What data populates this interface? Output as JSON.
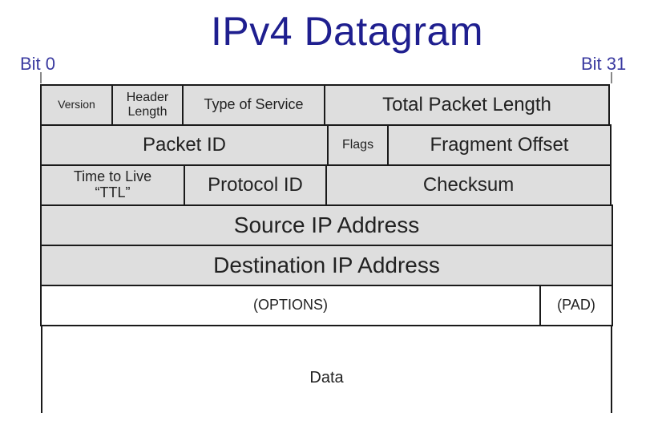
{
  "title": "IPv4 Datagram",
  "bit_start_label": "Bit 0",
  "bit_end_label": "Bit 31",
  "fields": {
    "version": "Version",
    "header_length": "Header Length",
    "type_of_service": "Type of Service",
    "total_packet_length": "Total Packet Length",
    "packet_id": "Packet ID",
    "flags": "Flags",
    "fragment_offset": "Fragment Offset",
    "ttl": "Time to Live “TTL”",
    "protocol_id": "Protocol ID",
    "checksum": "Checksum",
    "source_ip": "Source IP Address",
    "destination_ip": "Destination IP Address",
    "options": "(OPTIONS)",
    "pad": "(PAD)",
    "data": "Data"
  },
  "colors": {
    "title": "#1f1f8f",
    "bit_labels": "#3a3aa0",
    "cell_fill": "#dedede",
    "border": "#1a1a1a"
  }
}
